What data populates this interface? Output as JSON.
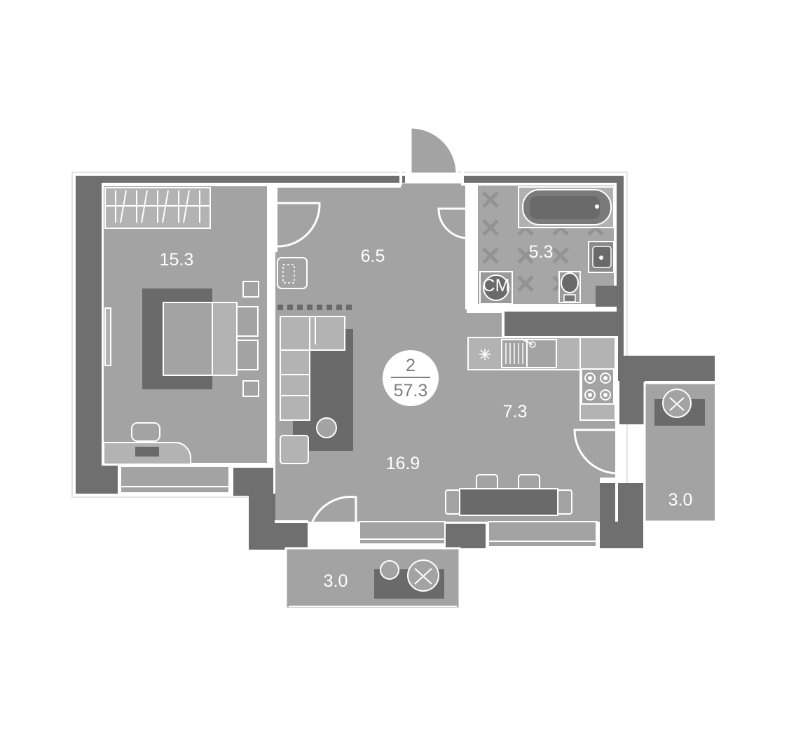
{
  "apartment": {
    "rooms_count": "2",
    "total_area": "57.3"
  },
  "rooms": {
    "bedroom": "15.3",
    "hall": "6.5",
    "bathroom": "5.3",
    "kitchen": "7.3",
    "living": "16.9",
    "balcony_right": "3.0",
    "balcony_bottom": "3.0"
  },
  "icons": {
    "washer_label": "CM"
  },
  "colors": {
    "floor": "#a3a3a3",
    "wall": "#6f6f6f",
    "furniture": "#666666",
    "line": "#ffffff"
  }
}
